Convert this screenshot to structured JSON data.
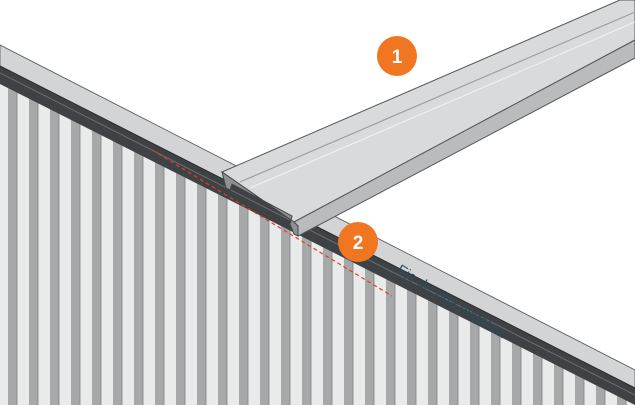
{
  "badges": [
    {
      "number": "1"
    },
    {
      "number": "2"
    }
  ],
  "axis_label": "Eje de viga metálica",
  "colors": {
    "badge": "#f07622",
    "badge_text": "#ffffff",
    "axis_line": "#e23a2a",
    "label_text": "#2c4a57",
    "wall_light": "#e9eaea",
    "wall_dark": "#a6a8aa",
    "beam_dark": "#3f4244",
    "cap_top": "#d3d4d5",
    "profile_top": "#d9dadb",
    "outline": "#55585a"
  }
}
